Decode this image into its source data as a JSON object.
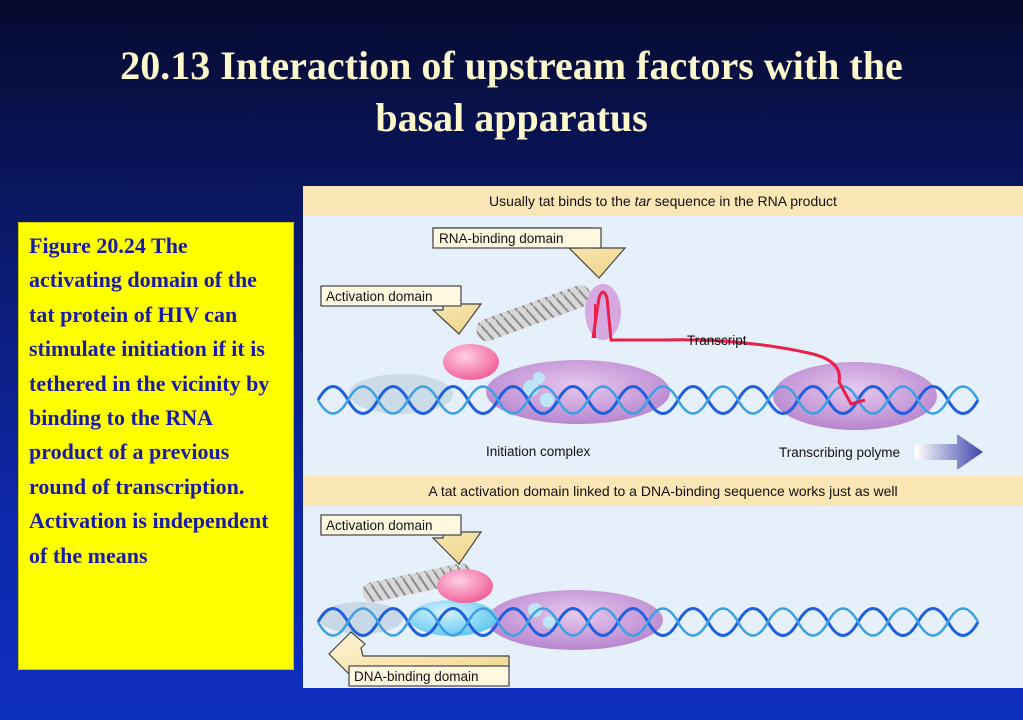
{
  "slide": {
    "title_line1": "20.13 Interaction of upstream factors with the",
    "title_line2": "basal apparatus"
  },
  "caption": {
    "text": "Figure 20.24 The activating domain of the tat protein of HIV can stimulate initiation if it is tethered in the vicinity by binding to the RNA product of a previous round of transcription. Activation is independent of the means"
  },
  "figure": {
    "top_banner": {
      "before": "Usually tat binds to the ",
      "italic": "tar",
      "after": " sequence in the RNA product"
    },
    "bottom_banner": "A tat activation domain linked to a DNA-binding sequence works just as well",
    "labels": {
      "rna_binding_domain": "RNA-binding domain",
      "activation_domain_top": "Activation domain",
      "transcript": "Transcript",
      "initiation_complex": "Initiation complex",
      "transcribing_polymerase": "Transcribing polyme",
      "activation_domain_bottom": "Activation domain",
      "dna_binding_domain": "DNA-binding domain"
    },
    "colors": {
      "dna_strand": "#1f5fe0",
      "transcript": "#e8204a",
      "complex": "#c89ad8",
      "activation": "#f06ea0"
    }
  }
}
